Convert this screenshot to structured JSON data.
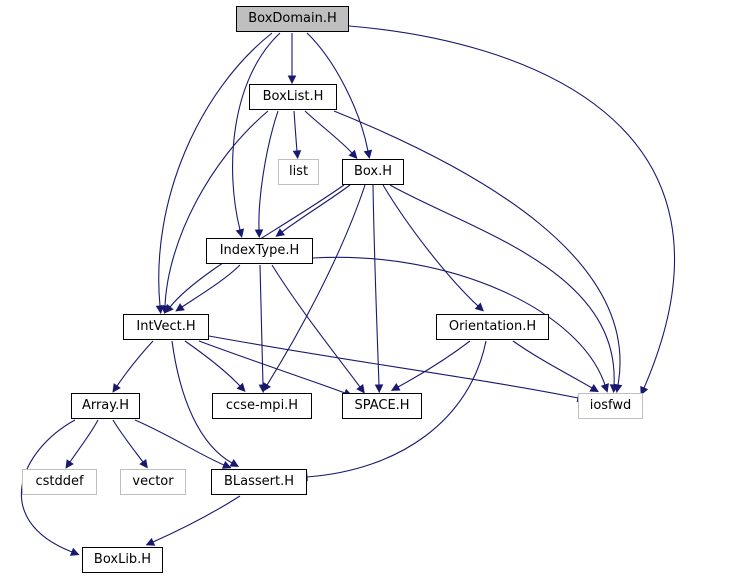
{
  "diagram": {
    "nodes": {
      "boxdomain": "BoxDomain.H",
      "boxlist": "BoxList.H",
      "list": "list",
      "box": "Box.H",
      "indextype": "IndexType.H",
      "intvect": "IntVect.H",
      "orientation": "Orientation.H",
      "array": "Array.H",
      "ccsempi": "ccse-mpi.H",
      "space": "SPACE.H",
      "iosfwd": "iosfwd",
      "cstddef": "cstddef",
      "vector": "vector",
      "blassert": "BLassert.H",
      "boxlib": "BoxLib.H"
    },
    "edges": [
      [
        "boxdomain",
        "boxlist"
      ],
      [
        "boxdomain",
        "box"
      ],
      [
        "boxdomain",
        "intvect"
      ],
      [
        "boxdomain",
        "indextype"
      ],
      [
        "boxdomain",
        "iosfwd"
      ],
      [
        "boxlist",
        "list"
      ],
      [
        "boxlist",
        "box"
      ],
      [
        "boxlist",
        "indextype"
      ],
      [
        "boxlist",
        "intvect"
      ],
      [
        "boxlist",
        "iosfwd"
      ],
      [
        "box",
        "indextype"
      ],
      [
        "box",
        "intvect"
      ],
      [
        "box",
        "orientation"
      ],
      [
        "box",
        "ccsempi"
      ],
      [
        "box",
        "space"
      ],
      [
        "box",
        "iosfwd"
      ],
      [
        "indextype",
        "intvect"
      ],
      [
        "indextype",
        "ccsempi"
      ],
      [
        "indextype",
        "space"
      ],
      [
        "indextype",
        "iosfwd"
      ],
      [
        "intvect",
        "array"
      ],
      [
        "intvect",
        "ccsempi"
      ],
      [
        "intvect",
        "space"
      ],
      [
        "intvect",
        "iosfwd"
      ],
      [
        "intvect",
        "blassert"
      ],
      [
        "orientation",
        "space"
      ],
      [
        "orientation",
        "iosfwd"
      ],
      [
        "orientation",
        "blassert"
      ],
      [
        "array",
        "cstddef"
      ],
      [
        "array",
        "vector"
      ],
      [
        "array",
        "blassert"
      ],
      [
        "array",
        "boxlib"
      ],
      [
        "blassert",
        "boxlib"
      ]
    ]
  }
}
